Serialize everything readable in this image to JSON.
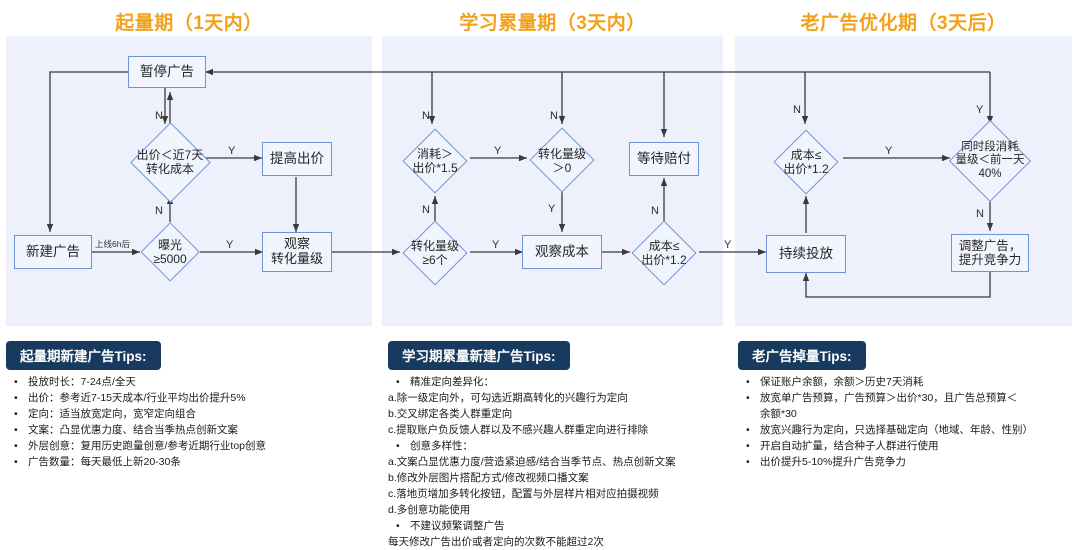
{
  "phases": [
    {
      "id": "startup",
      "title": "起量期（1天内）"
    },
    {
      "id": "learning",
      "title": "学习累量期（3天内）"
    },
    {
      "id": "mature",
      "title": "老广告优化期（3天后）"
    }
  ],
  "colors": {
    "title_orange": "#F3A11B",
    "panel_bg": "#EEF1FB",
    "node_border": "#6F94D6",
    "node_fill": "#F2F5FD",
    "wire": "#3A3A3A",
    "badge_navy": "#183A5E"
  },
  "flow": {
    "panel1": {
      "nodes": {
        "new_ad": "新建广告",
        "pause_ad": "暂停广告",
        "raise_bid": "提高出价",
        "observe_conv": "观察\n转化量级",
        "exposure": "曝光\n≥5000",
        "bid_vs_cost": "出价＜近7天\n转化成本"
      },
      "labels": {
        "after_6h": "上线6h后",
        "exposure_n": "N",
        "exposure_y": "Y",
        "bid_n": "N",
        "bid_y": "Y"
      }
    },
    "panel2": {
      "nodes": {
        "conv_level_6": "转化量级\n≥6个",
        "spend_vs_bid": "消耗＞\n出价*1.5",
        "conv_gt_0": "转化量级\n＞0",
        "observe_cost": "观察成本",
        "wait_comp": "等待赔付",
        "cost_le_bid": "成本≤\n出价*1.2"
      },
      "labels": {
        "conv6_n": "N",
        "conv6_y": "Y",
        "spend_n": "N",
        "spend_y": "Y",
        "conv0_n": "N",
        "conv0_y": "Y",
        "cost_n": "N",
        "cost_y": "Y"
      }
    },
    "panel3": {
      "nodes": {
        "keep_running": "持续投放",
        "cost_le_bid": "成本≤\n出价*1.2",
        "same_slot": "同时段消耗\n量级＜前一天\n40%",
        "adjust_ad": "调整广告，\n提升竞争力"
      },
      "labels": {
        "cost_n": "N",
        "cost_y": "Y",
        "slot_y": "Y",
        "slot_n": "N",
        "in_y": "Y"
      }
    }
  },
  "tips": [
    {
      "id": "startup-tips",
      "badge": "起量期新建广告Tips:",
      "items": [
        {
          "type": "bullet",
          "text": "投放时长：7-24点/全天"
        },
        {
          "type": "bullet",
          "text": "出价：参考近7-15天成本/行业平均出价提升5%"
        },
        {
          "type": "bullet",
          "text": "定向：适当放宽定向，宽窄定向组合"
        },
        {
          "type": "bullet",
          "text": "文案：凸显优惠力度、结合当季热点创新文案"
        },
        {
          "type": "bullet",
          "text": "外层创意：复用历史跑量创意/参考近期行业top创意"
        },
        {
          "type": "bullet",
          "text": "广告数量：每天最低上新20-30条"
        }
      ]
    },
    {
      "id": "learning-tips",
      "badge": "学习期累量新建广告Tips:",
      "items": [
        {
          "type": "bullet",
          "text": "精准定向差异化："
        },
        {
          "type": "plain",
          "text": "a.除一级定向外，可勾选近期高转化的兴趣行为定向"
        },
        {
          "type": "plain",
          "text": "b.交叉绑定各类人群重定向"
        },
        {
          "type": "plain",
          "text": "c.提取账户负反馈人群以及不感兴趣人群重定向进行排除"
        },
        {
          "type": "bullet",
          "text": "创意多样性："
        },
        {
          "type": "plain",
          "text": "a.文案凸显优惠力度/营造紧迫感/结合当季节点、热点创新文案"
        },
        {
          "type": "plain",
          "text": "b.修改外层图片搭配方式/修改视频口播文案"
        },
        {
          "type": "plain",
          "text": "c.落地页增加多转化按钮，配置与外层样片相对应拍摄视频"
        },
        {
          "type": "plain",
          "text": "d.多创意功能使用"
        },
        {
          "type": "bullet",
          "text": "不建议频繁调整广告"
        },
        {
          "type": "plain",
          "text": "每天修改广告出价或者定向的次数不能超过2次"
        }
      ]
    },
    {
      "id": "mature-tips",
      "badge": "老广告掉量Tips:",
      "items": [
        {
          "type": "bullet",
          "text": "保证账户余额，余额＞历史7天消耗"
        },
        {
          "type": "bullet",
          "text": "放宽单广告预算，广告预算＞出价*30，且广告总预算＜\n余额*30"
        },
        {
          "type": "bullet",
          "text": "放宽兴趣行为定向，只选择基础定向（地域、年龄、性别）"
        },
        {
          "type": "bullet",
          "text": "开启自动扩量，结合种子人群进行使用"
        },
        {
          "type": "bullet",
          "text": "出价提升5-10%提升广告竞争力"
        }
      ]
    }
  ]
}
